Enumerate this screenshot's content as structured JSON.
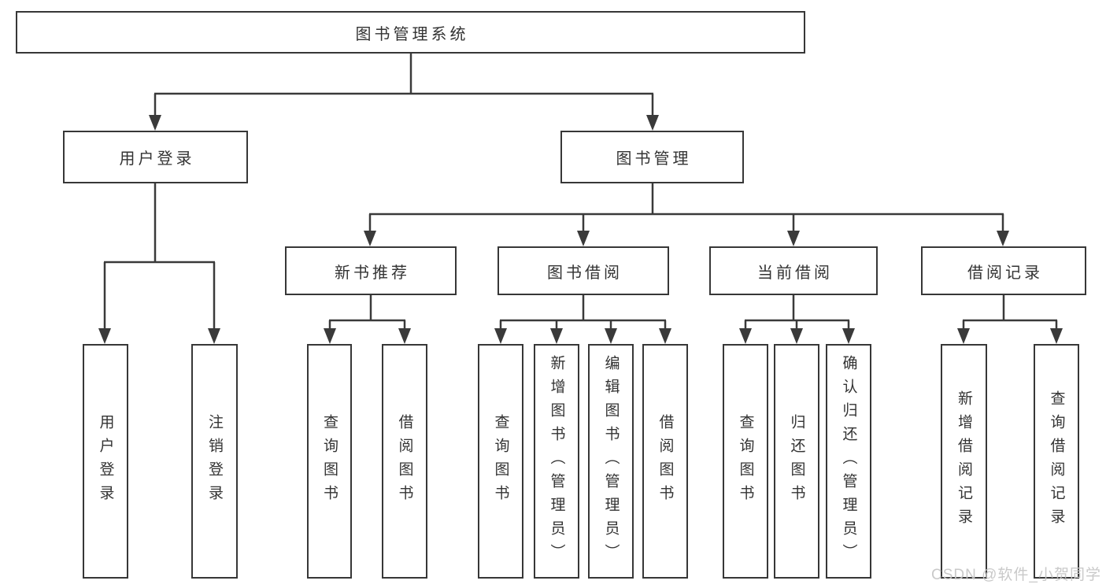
{
  "diagram": {
    "root_label": "图书管理系统",
    "level2": {
      "user_login": "用户登录",
      "book_management": "图书管理"
    },
    "level3": {
      "new_book_recommend": "新书推荐",
      "book_borrow": "图书借阅",
      "current_borrow": "当前借阅",
      "borrow_records": "借阅记录"
    },
    "leaves": {
      "user_login": [
        "用户登录",
        "注销登录"
      ],
      "new_book_recommend": [
        "查询图书",
        "借阅图书"
      ],
      "book_borrow": [
        "查询图书",
        "新增图书（管理员）",
        "编辑图书（管理员）",
        "借阅图书"
      ],
      "current_borrow": [
        "查询图书",
        "归还图书",
        "确认归还（管理员）"
      ],
      "borrow_records": [
        "新增借阅记录",
        "查询借阅记录"
      ]
    },
    "watermark": "CSDN @软件_小贺同学",
    "colors": {
      "line": "#3a3a3a",
      "text": "#333333",
      "watermark": "#c6c6c6",
      "background": "#ffffff"
    }
  }
}
